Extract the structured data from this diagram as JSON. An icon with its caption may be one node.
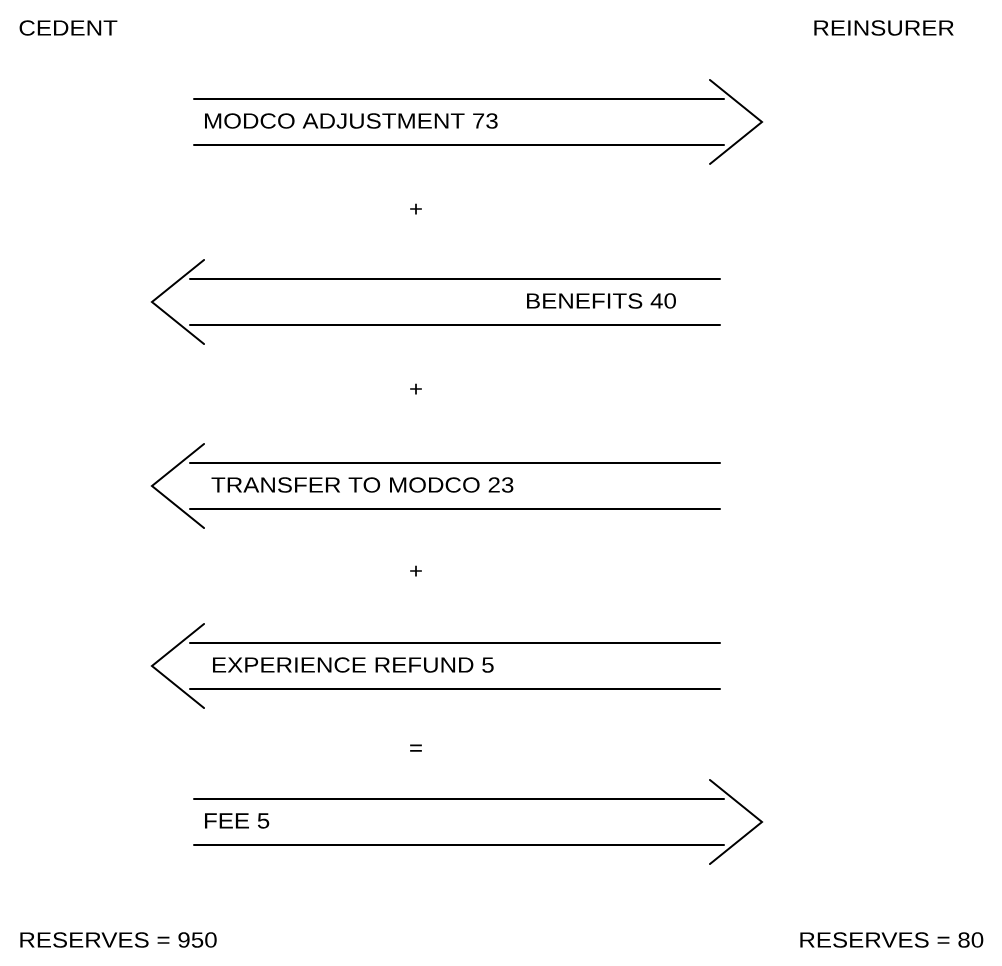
{
  "diagram": {
    "nodes": [
      {
        "text": [
          "MODCO ADJUSTMENT 73"
        ]
      },
      {
        "text": [
          "BENEFITS 40"
        ]
      },
      {
        "text": [
          "TRANSFER TO MODCO 23"
        ]
      },
      {
        "text": [
          "EXPERIENCE REFUND 5"
        ]
      },
      {
        "text": [
          "FEE 5"
        ]
      }
    ],
    "labels": [
      "CEDENT",
      "REINSURER",
      "+",
      "+",
      "+",
      "=",
      "RESERVES = 950",
      "RESERVES = 80"
    ]
  }
}
